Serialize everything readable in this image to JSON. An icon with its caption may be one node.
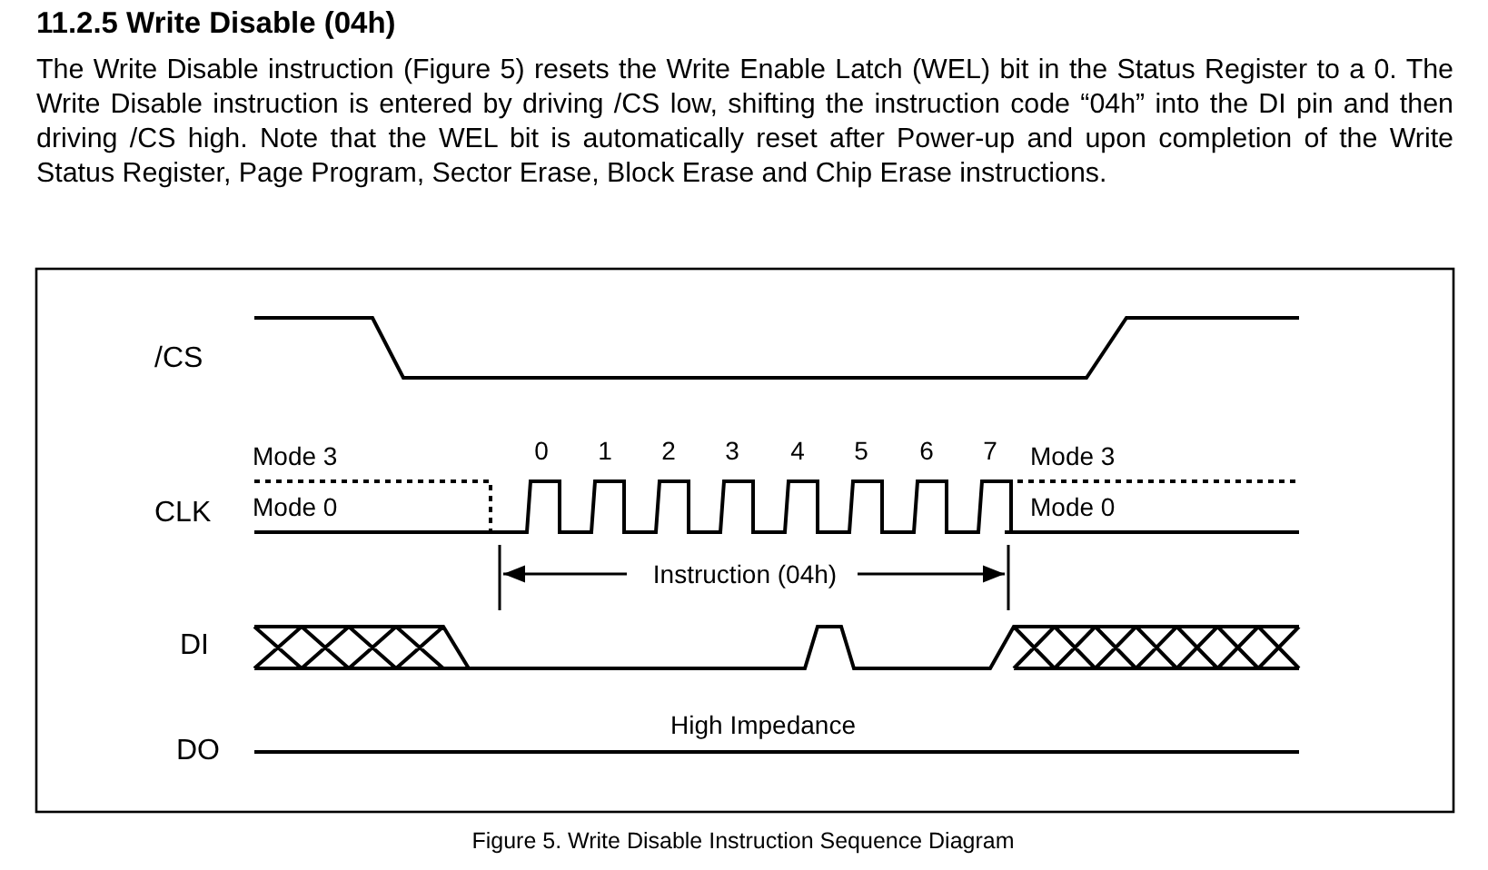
{
  "diagram": {
    "title": "11.2.5 Write Disable (04h)",
    "caption": "Figure 5. Write Disable Instruction Sequence Diagram",
    "labels": [
      "The Write Disable instruction (Figure 5) resets the Write Enable Latch (WEL) bit in the Status Register to a 0. The Write Disable instruction is entered by driving /CS low, shifting the instruction code “04h” into the DI pin and then driving /CS high. Note that the WEL bit is automatically reset after Power-up and upon completion of the Write Status Register, Page Program, Sector Erase, Block Erase and Chip Erase instructions.",
      "/CS",
      "Mode 3",
      "0",
      "1",
      "2",
      "3",
      "4",
      "5",
      "6",
      "7",
      "Mode 3",
      "CLK",
      "Mode 0",
      "Mode 0",
      "Instruction (04h)",
      "DI",
      "High Impedance",
      "DO"
    ]
  }
}
